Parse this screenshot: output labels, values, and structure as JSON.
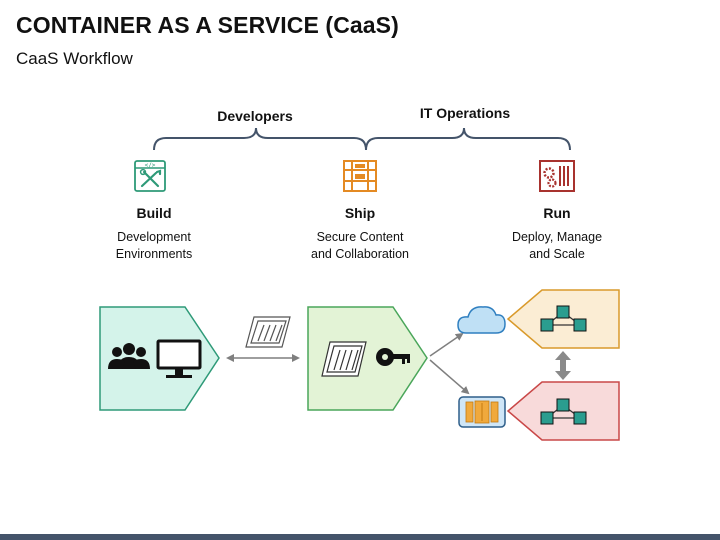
{
  "header": {
    "title": "CONTAINER AS A SERVICE (CaaS)",
    "subtitle": "CaaS Workflow"
  },
  "groups": {
    "developers": "Developers",
    "it_operations": "IT Operations"
  },
  "stages": [
    {
      "title": "Build",
      "desc_line1": "Development",
      "desc_line2": "Environments",
      "icon": "code-tools-icon"
    },
    {
      "title": "Ship",
      "desc_line1": "Secure Content",
      "desc_line2": "and Collaboration",
      "icon": "pallet-rack-icon"
    },
    {
      "title": "Run",
      "desc_line1": "Deploy, Manage",
      "desc_line2": "and Scale",
      "icon": "server-gears-icon"
    }
  ],
  "colors": {
    "build_fill": "#d4f3ea",
    "build_stroke": "#2e9a78",
    "ship_fill": "#e3f3d6",
    "ship_stroke": "#4aa65a",
    "cloud_fill": "#bfe0f5",
    "cloud_stroke": "#2f7fc0",
    "top_tag_fill": "#fbedd4",
    "top_tag_stroke": "#d99a2b",
    "bottom_tag_fill": "#f8dada",
    "bottom_tag_stroke": "#c94848",
    "node_fill": "#2a9d8f",
    "bottom_bar": "#44546a"
  }
}
